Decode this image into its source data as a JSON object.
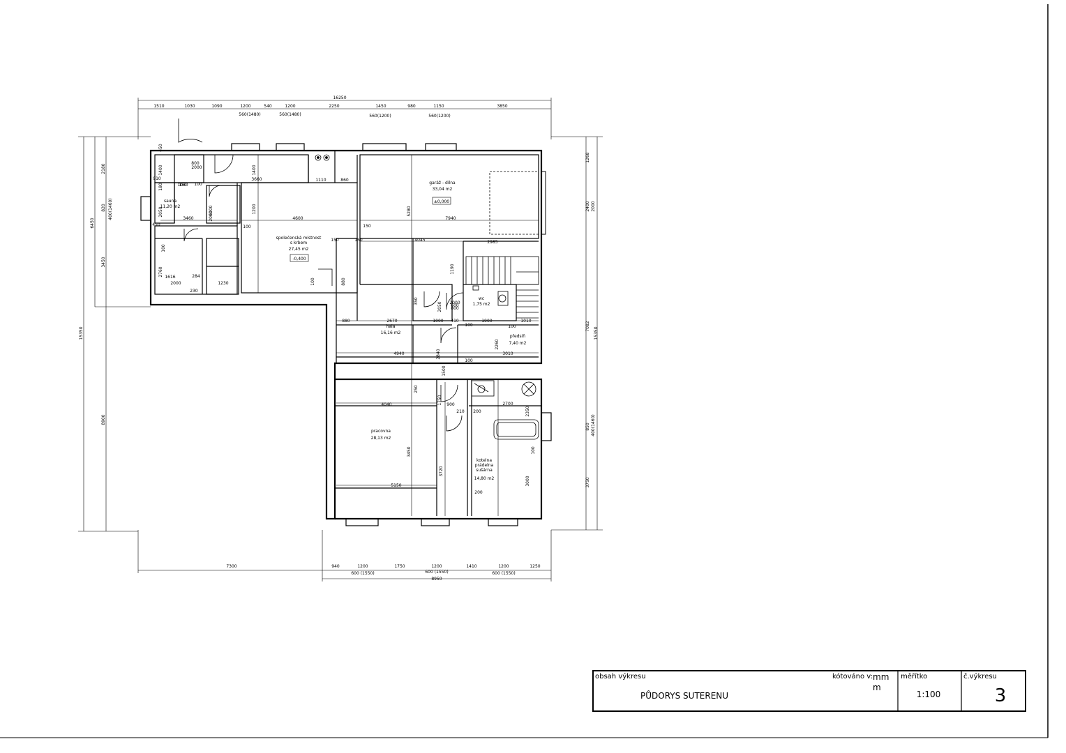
{
  "rooms": [
    {
      "id": "sauna",
      "name": "sauna",
      "area": "11,20 m2"
    },
    {
      "id": "spol",
      "name": "společenská místnost s krbem",
      "name_l1": "společenská místnost",
      "name_l2": "s krbem",
      "area": "27,45 m2",
      "level": "-0,400"
    },
    {
      "id": "garaz",
      "name": "garáž - dílna",
      "area": "33,04 m2",
      "level": "±0,000"
    },
    {
      "id": "wc",
      "name": "wc",
      "area": "1,75 m2"
    },
    {
      "id": "hala",
      "name": "hala",
      "area": "16,16 m2"
    },
    {
      "id": "predsin",
      "name": "předsíň",
      "area": "7,40 m2"
    },
    {
      "id": "pracovna",
      "name": "pracovna",
      "area": "28,13 m2"
    },
    {
      "id": "kotelna",
      "name_l1": "kotelna",
      "name_l2": "prádelna",
      "name_l3": "sušárna",
      "area": "14,80 m2"
    }
  ],
  "dimensions": {
    "overall_top": "16250",
    "top_chain": [
      "1510",
      "1030",
      "1090",
      "1200",
      "540",
      "1200",
      "2250",
      "1450",
      "980",
      "1150",
      "3850"
    ],
    "window_marks_top": [
      "560(1480)",
      "560(1480)",
      "560(1200)",
      "560(1200)"
    ],
    "left_chain": [
      "2180",
      "820",
      "3450",
      "8900"
    ],
    "left_overall": [
      "6450",
      "15350"
    ],
    "left_window": "400(1460)",
    "right_chain": [
      "1268",
      "2400",
      "2000",
      "7082",
      "850",
      "3750"
    ],
    "right_overall": "15350",
    "right_window": "400(1460)",
    "bottom_chain": [
      "940",
      "1200",
      "1750",
      "1200",
      "1410",
      "1200",
      "1250"
    ],
    "bottom_left": "7300",
    "bottom_overall": "8950",
    "bottom_windows": [
      "600 (1550)",
      "600 (1550)",
      "600 (1550)"
    ],
    "interior": [
      "450",
      "1400",
      "910",
      "180",
      "1050",
      "100",
      "150",
      "800",
      "2000",
      "100",
      "2050",
      "3460",
      "450",
      "1200",
      "1400",
      "3660",
      "1110",
      "860",
      "4600",
      "100",
      "6000",
      "2000",
      "1616",
      "2000",
      "284",
      "1230",
      "230",
      "150",
      "150",
      "4045",
      "2985",
      "5280",
      "150",
      "7940",
      "1190",
      "2760",
      "880",
      "2670",
      "1000",
      "410",
      "1900",
      "1010",
      "100",
      "100",
      "2260",
      "3010",
      "350",
      "100",
      "880",
      "2050",
      "4940",
      "2840",
      "100",
      "250",
      "1500",
      "1750",
      "900",
      "210",
      "2700",
      "200",
      "2350",
      "4040",
      "100",
      "3450",
      "3720",
      "5150",
      "3000",
      "200",
      "600",
      "800",
      "2000"
    ]
  },
  "title_block": {
    "label_content": "obsah výkresu",
    "drawing_title": "PŮDORYS SUTERENU",
    "label_units": "kótováno v:",
    "units_1": "mm",
    "units_2": "m",
    "label_scale": "měřítko",
    "scale": "1:100",
    "label_number": "č.výkresu",
    "number": "3"
  }
}
